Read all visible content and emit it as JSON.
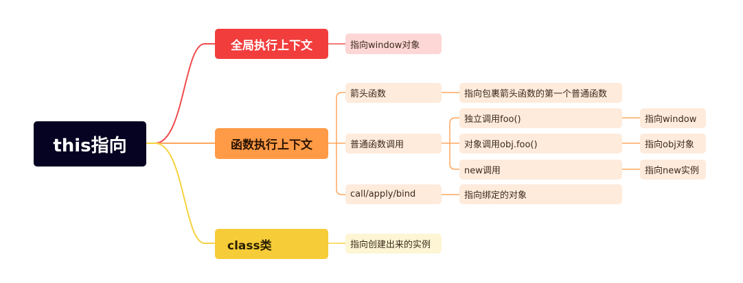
{
  "root": {
    "label": "this指向"
  },
  "branches": [
    {
      "label": "全局执行上下文",
      "color": "#f23d3d",
      "children": [
        {
          "label": "指向window对象"
        }
      ]
    },
    {
      "label": "函数执行上下文",
      "color": "#ff9a47",
      "children": [
        {
          "label": "箭头函数",
          "children": [
            {
              "label": "指向包裹箭头函数的第一个普通函数"
            }
          ]
        },
        {
          "label": "普通函数调用",
          "children": [
            {
              "label": "独立调用foo()",
              "children": [
                {
                  "label": "指向window"
                }
              ]
            },
            {
              "label": "对象调用obj.foo()",
              "children": [
                {
                  "label": "指向obj对象"
                }
              ]
            },
            {
              "label": "new调用",
              "children": [
                {
                  "label": "指向new实例"
                }
              ]
            }
          ]
        },
        {
          "label": "call/apply/bind",
          "children": [
            {
              "label": "指向绑定的对象"
            }
          ]
        }
      ]
    },
    {
      "label": "class类",
      "color": "#f6cc38",
      "children": [
        {
          "label": "指向创建出来的实例"
        }
      ]
    }
  ]
}
